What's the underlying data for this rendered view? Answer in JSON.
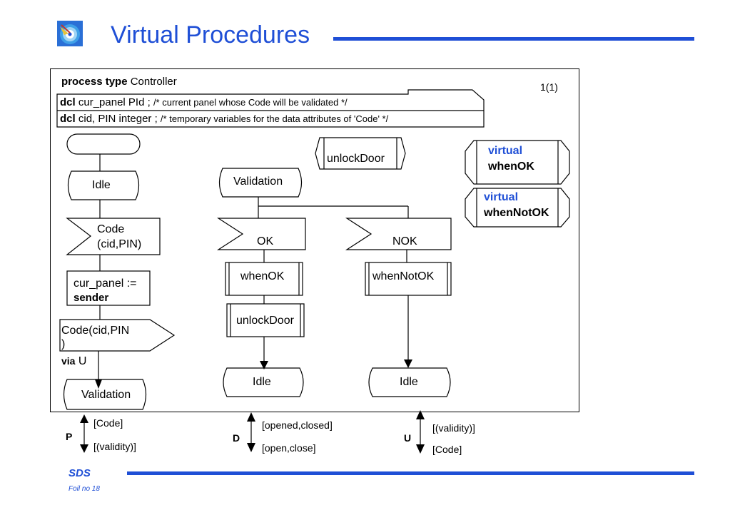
{
  "slide": {
    "title": "Virtual Procedures",
    "footer_brand": "SDS",
    "footer_foil": "Foil no 18"
  },
  "diagram": {
    "header_keyword": "process type",
    "header_name": "Controller",
    "page_number": "1(1)",
    "dcl_keyword": "dcl",
    "dcl1_text": "cur_panel PId ;",
    "dcl1_comment": "/* current panel whose Code will be validated */",
    "dcl2_text": "cid, PIN integer ;",
    "dcl2_comment": "/* temporary variables for the data attributes of 'Code' */",
    "col1": {
      "state_idle": "Idle",
      "input_code_line1": "Code",
      "input_code_line2": "(cid,PIN)",
      "task_line1": "cur_panel :=",
      "task_line2": "sender",
      "output_line1": "Code(cid,PIN",
      "output_line2": ")",
      "via_keyword": "via",
      "via_channel": "U",
      "nextstate": "Validation"
    },
    "col2": {
      "state": "Validation",
      "input_ok": "OK",
      "call_whenok": "whenOK",
      "call_unlock": "unlockDoor",
      "nextstate": "Idle"
    },
    "col3": {
      "input_nok": "NOK",
      "call_whennotok": "whenNotOK",
      "nextstate": "Idle"
    },
    "defs": {
      "unlockdoor_ref": "unlockDoor",
      "virtual_keyword": "virtual",
      "whenok_name": "whenOK",
      "whennotok_name": "whenNotOK"
    },
    "channels": {
      "p_name": "P",
      "p_in": "[Code]",
      "p_out": "[(validity)]",
      "d_name": "D",
      "d_in": "[opened,closed]",
      "d_out": "[open,close]",
      "u_name": "U",
      "u_in": "[(validity)]",
      "u_out": "[Code]"
    }
  },
  "colors": {
    "accent": "#1f4fd6",
    "line": "#000000"
  }
}
